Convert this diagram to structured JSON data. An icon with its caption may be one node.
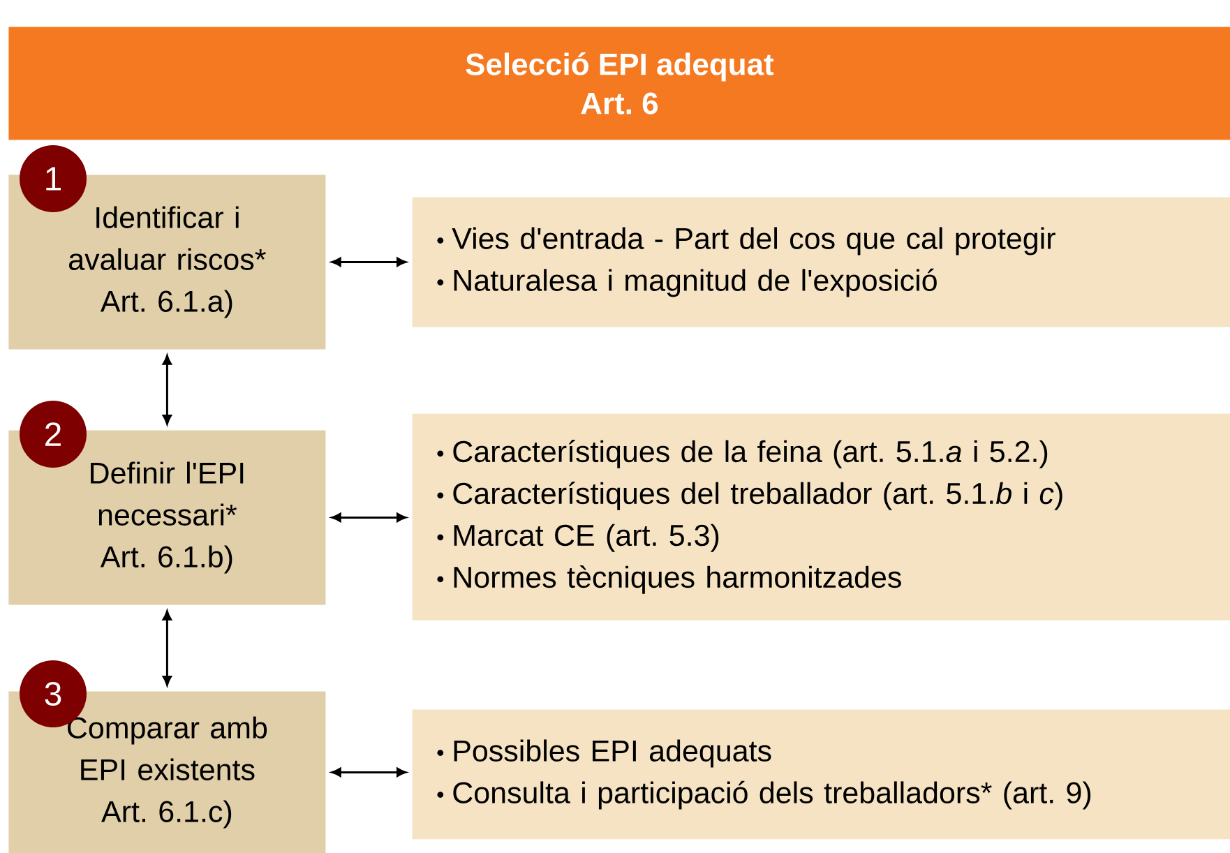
{
  "diagram": {
    "nodes": [
      {
        "text": [
          "Selecció EPI adequat",
          "Art. 6"
        ]
      },
      {
        "text": [
          "1"
        ]
      },
      {
        "text": [
          "Identificar i avaluar riscos*",
          "Art. 6.1.a)"
        ]
      },
      {
        "text": [
          "Vies d'entrada - Part del cos que cal protegir",
          "Naturalesa i magnitud de l'exposició"
        ]
      },
      {
        "text": [
          "2"
        ]
      },
      {
        "text": [
          "Definir l'EPI necessari*",
          "Art. 6.1.b)"
        ]
      },
      {
        "text": [
          "Característiques de la feina (art. 5.1.*a* i 5.2.)",
          "Característiques del treballador (art. 5.1.*b* i *c*)",
          "Marcat CE (art. 5.3)",
          "Normes tècniques harmonitzades"
        ]
      },
      {
        "text": [
          "3"
        ]
      },
      {
        "text": [
          "Comparar amb EPI existents",
          "Art. 6.1.c)"
        ]
      },
      {
        "text": [
          "Possibles EPI adequats",
          "Consulta i participació dels treballadors* (art. 9)"
        ]
      }
    ],
    "edges": [
      {
        "from": 2,
        "to": 3,
        "arrow": "both"
      },
      {
        "from": 2,
        "to": 5,
        "arrow": "both"
      },
      {
        "from": 5,
        "to": 6,
        "arrow": "both"
      },
      {
        "from": 5,
        "to": 8,
        "arrow": "both"
      },
      {
        "from": 8,
        "to": 9,
        "arrow": "both"
      }
    ]
  }
}
